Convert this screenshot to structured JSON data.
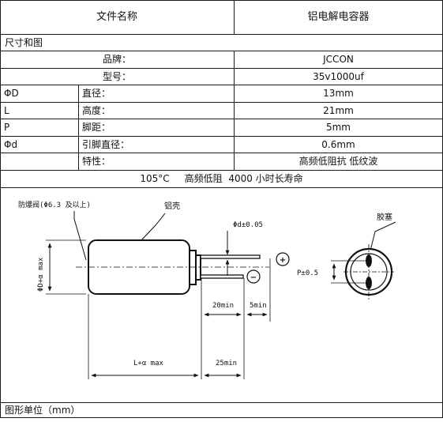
{
  "header": {
    "col1": "文件名称",
    "col2": "铝电解电容器"
  },
  "section_title": "尺寸和图",
  "brand": {
    "label": "品牌：",
    "value": "JCCON"
  },
  "model": {
    "label": "型号：",
    "value": "35v1000uf"
  },
  "specs": [
    {
      "symbol": "ΦD",
      "label": "直径：",
      "value": "13mm"
    },
    {
      "symbol": "L",
      "label": "高度：",
      "value": "21mm"
    },
    {
      "symbol": "P",
      "label": "脚距：",
      "value": "5mm"
    },
    {
      "symbol": "Φd",
      "label": "引脚直径：",
      "value": "0.6mm"
    },
    {
      "symbol": "",
      "label": "特性：",
      "value": "高频低阻抗  低纹波"
    }
  ],
  "note": "105°C     高频低阻  4000 小时长寿命",
  "drawing": {
    "vent_label": "防爆阀(Φ6.3 及以上)",
    "sleeve_label": "铝壳",
    "lead_dia_label": "Φd±0.05",
    "diameter_label": "ΦD+α max",
    "plus_sign": "+",
    "minus_sign": "−",
    "lead_len_label": "20min",
    "lead_gap_label": "5min",
    "body_len_label": "L+α max",
    "total_lead_label": "25min",
    "pitch_label": "P±0.5",
    "rubber_label": "胶塞"
  },
  "footer": "图形单位（mm）"
}
